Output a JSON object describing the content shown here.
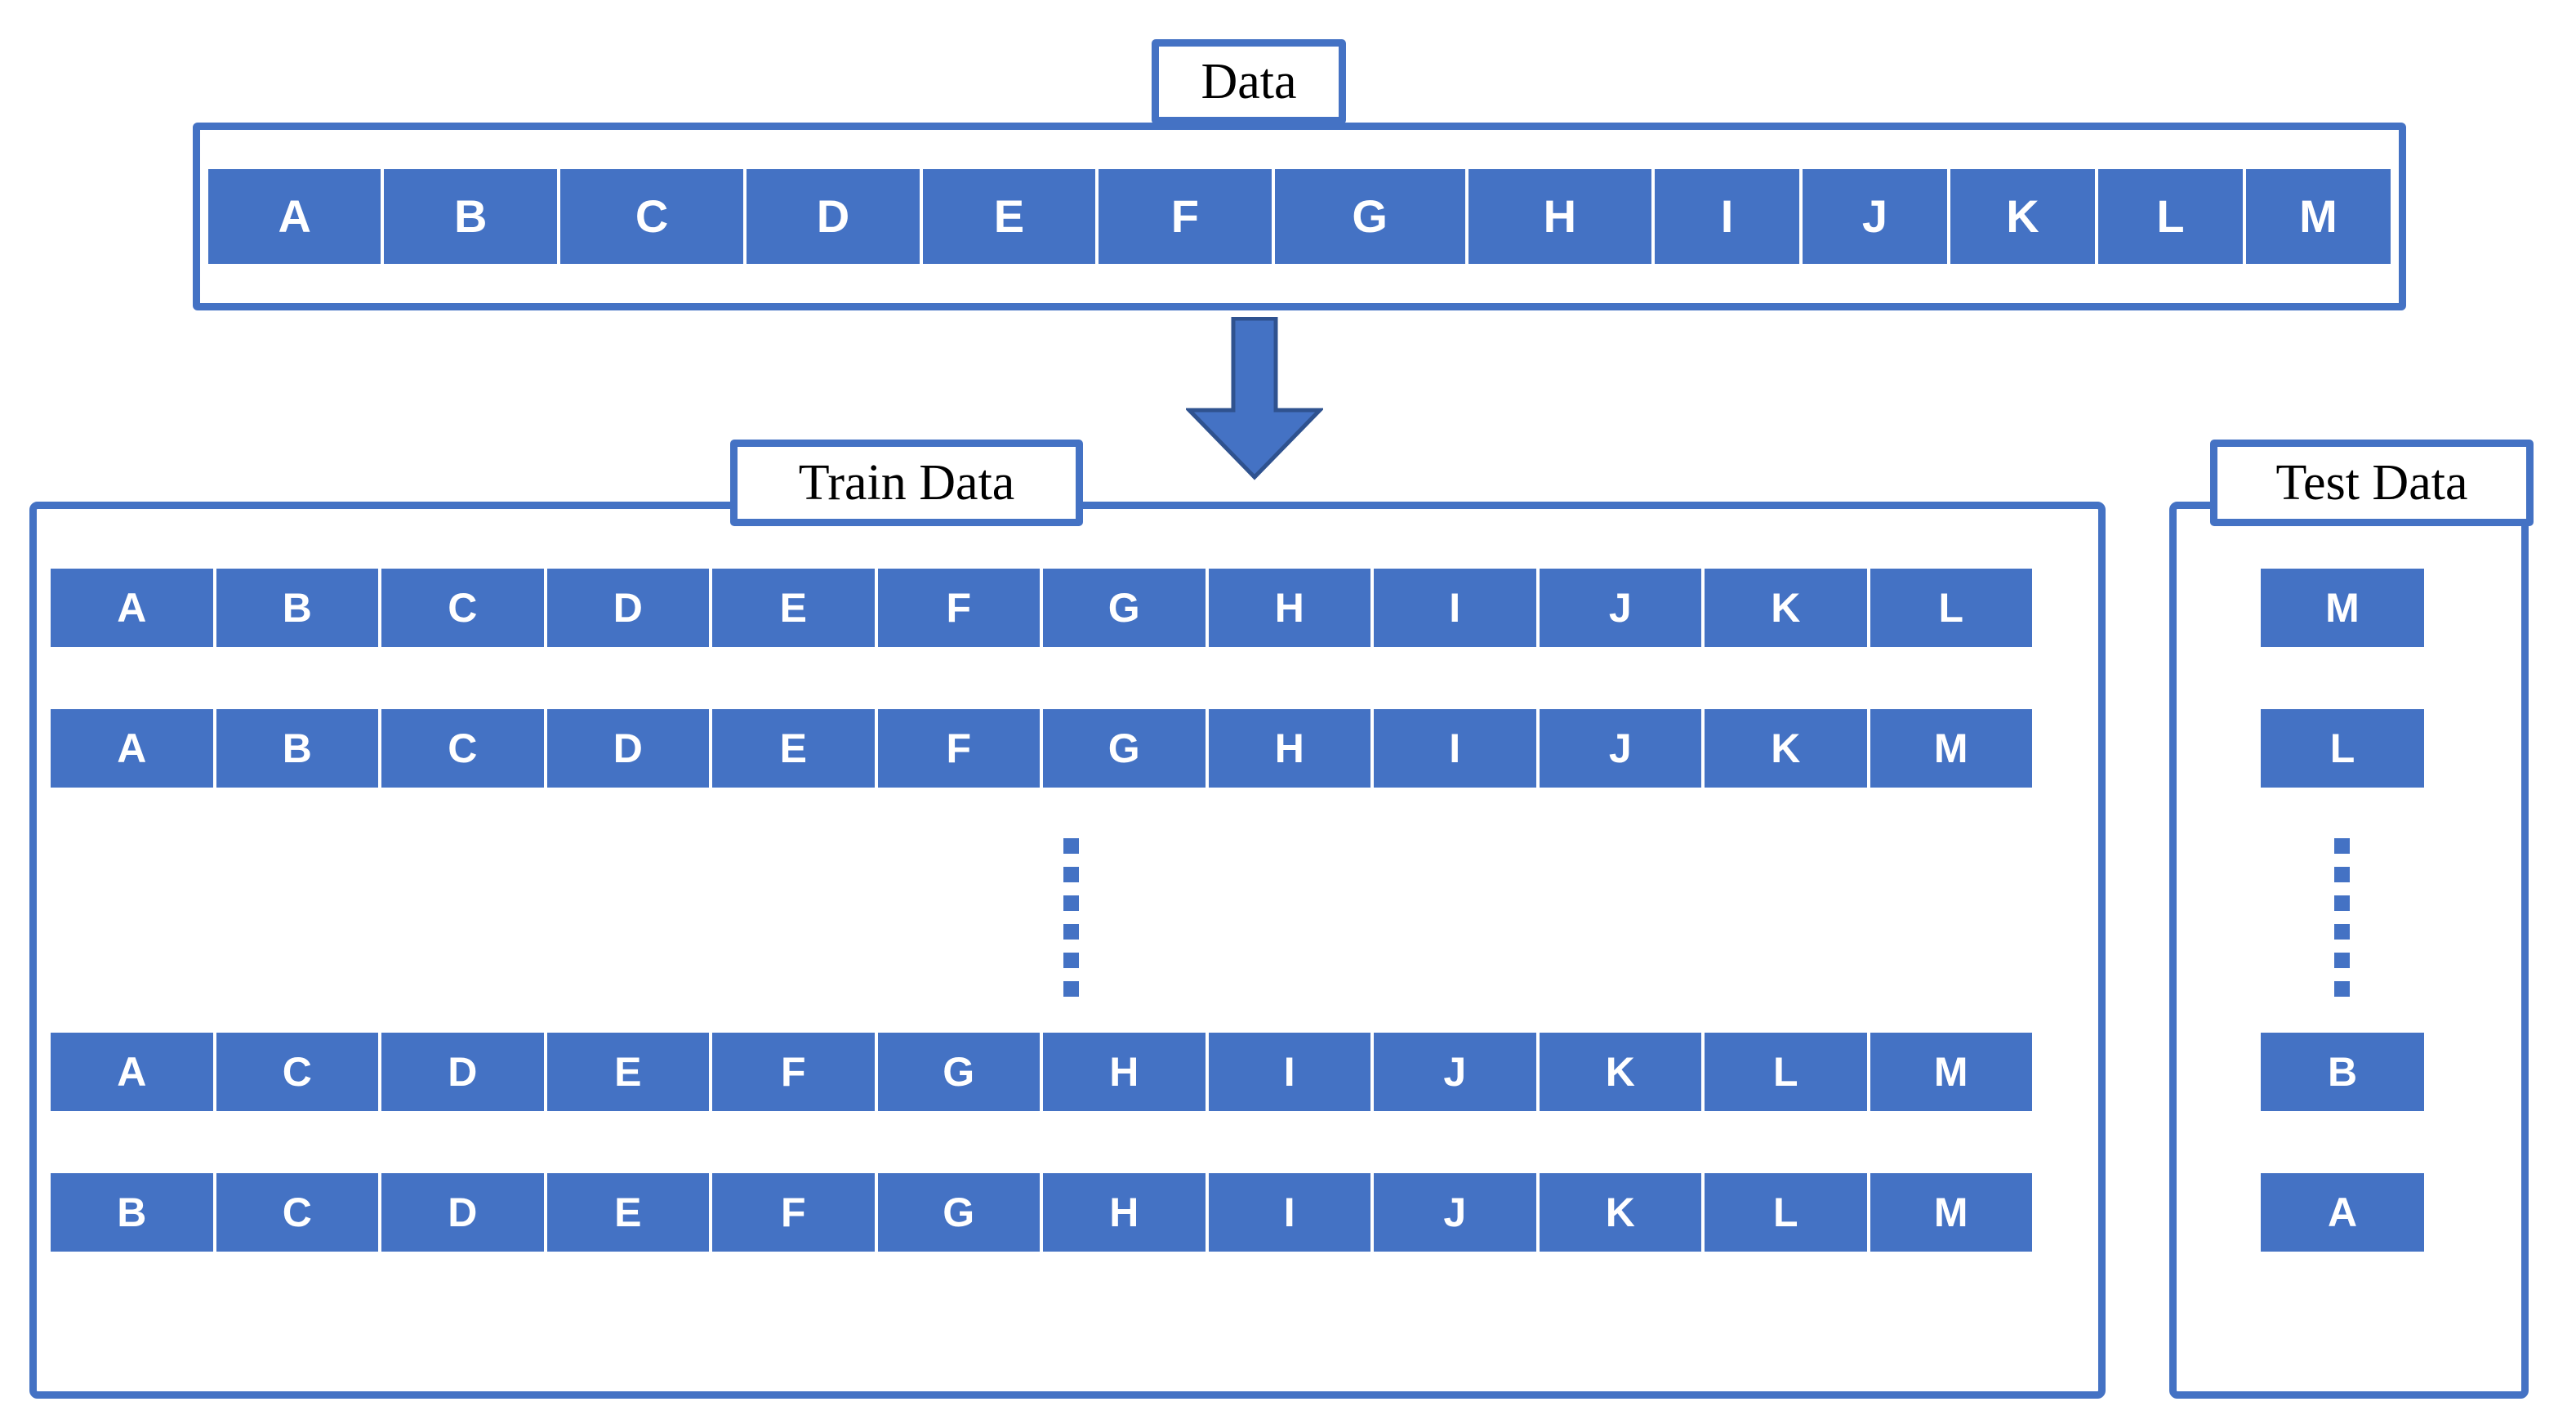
{
  "colors": {
    "accent": "#4472C4",
    "accent_dark": "#2F528F",
    "cell_text": "#FFFFFF",
    "label_text": "#000000",
    "background": "#FFFFFF"
  },
  "labels": {
    "data": "Data",
    "train": "Train Data",
    "test": "Test Data"
  },
  "icons": {
    "split_arrow": "down-arrow-icon",
    "train_ellipsis": "vertical-ellipsis-icon",
    "test_ellipsis": "vertical-ellipsis-icon"
  },
  "data_block": {
    "title": "Data",
    "items": [
      "A",
      "B",
      "C",
      "D",
      "E",
      "F",
      "G",
      "H",
      "I",
      "J",
      "K",
      "L",
      "M"
    ]
  },
  "train_block": {
    "title": "Train Data",
    "rows": [
      {
        "items": [
          "A",
          "B",
          "C",
          "D",
          "E",
          "F",
          "G",
          "H",
          "I",
          "J",
          "K",
          "L"
        ]
      },
      {
        "items": [
          "A",
          "B",
          "C",
          "D",
          "E",
          "F",
          "G",
          "H",
          "I",
          "J",
          "K",
          "M"
        ]
      },
      {
        "items": [
          "A",
          "C",
          "D",
          "E",
          "F",
          "G",
          "H",
          "I",
          "J",
          "K",
          "L",
          "M"
        ]
      },
      {
        "items": [
          "B",
          "C",
          "D",
          "E",
          "F",
          "G",
          "H",
          "I",
          "J",
          "K",
          "L",
          "M"
        ]
      }
    ],
    "ellipsis": "⋮"
  },
  "test_block": {
    "title": "Test Data",
    "items": [
      "M",
      "L",
      "B",
      "A"
    ],
    "ellipsis": "⋮"
  }
}
